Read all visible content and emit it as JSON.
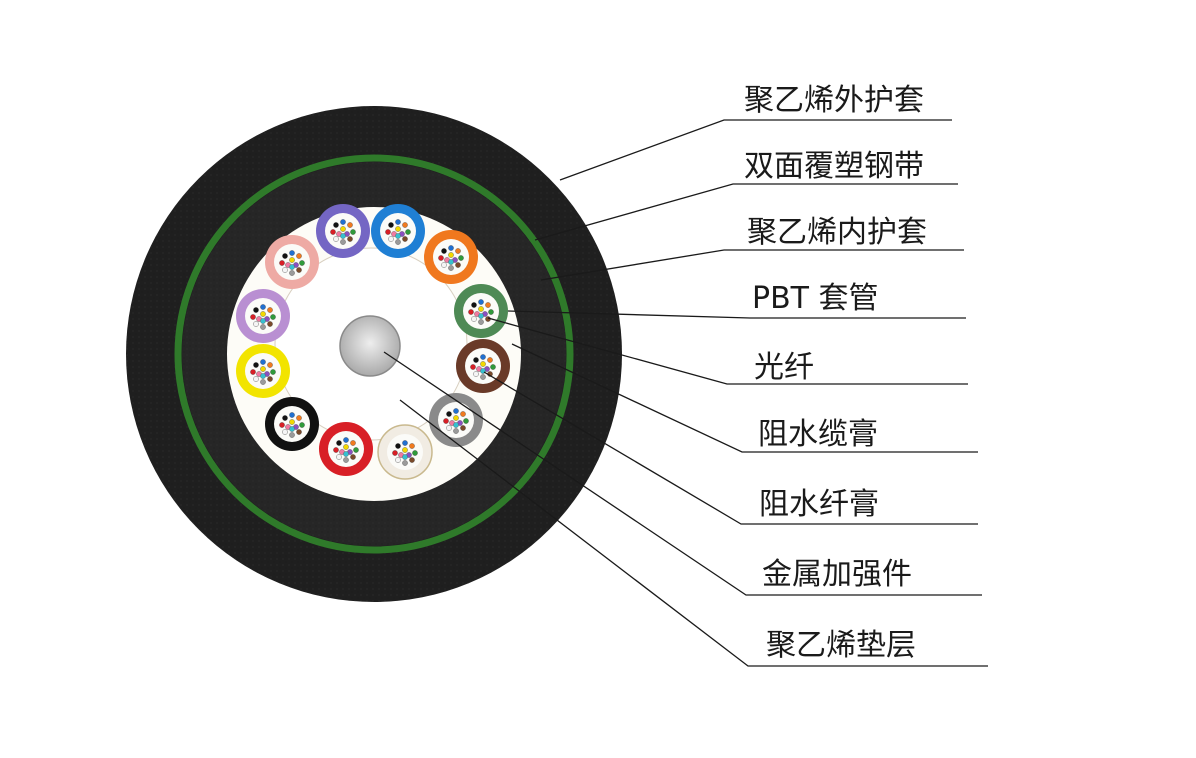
{
  "colors": {
    "outer_sheath": "#1f1f1f",
    "steel_tape": "#2f7a2a",
    "inner_sheath": "#262626",
    "filling_compound": "#fdfcf7",
    "bedding_layer": "#ffffff",
    "strength_member": "#c7c7c7"
  },
  "tubes": [
    {
      "color": "#7466c4"
    },
    {
      "color": "#1f7fd4"
    },
    {
      "color": "#f0781e"
    },
    {
      "color": "#4e8a55"
    },
    {
      "color": "#6a3a28"
    },
    {
      "color": "#8a8a8a"
    },
    {
      "color": "#f1ece3"
    },
    {
      "color": "#d81f26"
    },
    {
      "color": "#111111"
    },
    {
      "color": "#f2e400"
    },
    {
      "color": "#b98fd2"
    },
    {
      "color": "#eeaaa4"
    }
  ],
  "fiber_colors": [
    "#1f6fd0",
    "#f07a1e",
    "#2f9a3a",
    "#7a4a2a",
    "#9a9a9a",
    "#f5f5f5",
    "#d81f26",
    "#111111",
    "#f2d800",
    "#8a4fc0",
    "#f07aa0",
    "#36c0d0"
  ],
  "labels": [
    {
      "text": "聚乙烯外护套"
    },
    {
      "text": "双面覆塑钢带"
    },
    {
      "text": "聚乙烯内护套"
    },
    {
      "text": "PBT 套管"
    },
    {
      "text": "光纤"
    },
    {
      "text": "阻水缆膏"
    },
    {
      "text": "阻水纤膏"
    },
    {
      "text": "金属加强件"
    },
    {
      "text": "聚乙烯垫层"
    }
  ]
}
